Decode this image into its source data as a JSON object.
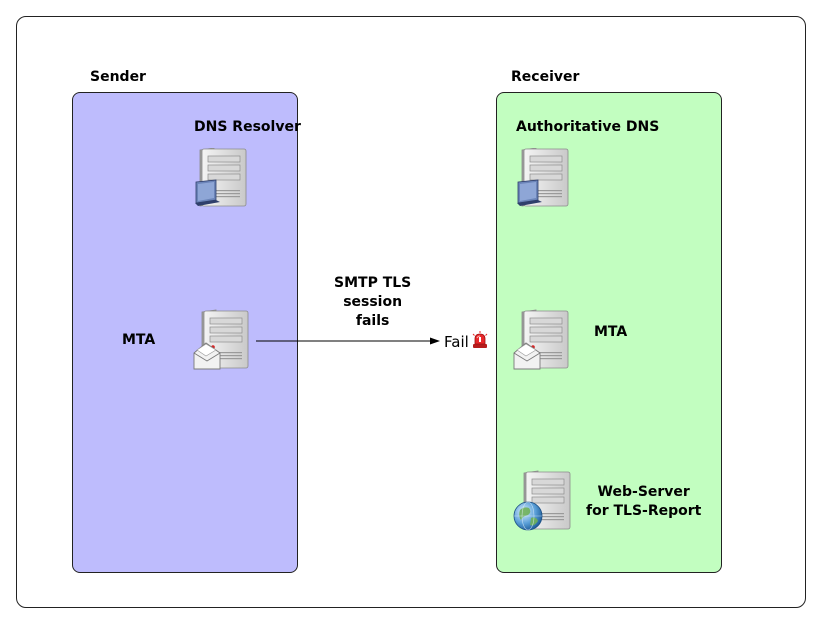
{
  "sender": {
    "title": "Sender",
    "dns_resolver_label": "DNS Resolver",
    "mta_label": "MTA"
  },
  "receiver": {
    "title": "Receiver",
    "authoritative_dns_label": "Authoritative DNS",
    "mta_label": "MTA",
    "web_server_label_line1": "Web-Server",
    "web_server_label_line2": "for TLS-Report"
  },
  "connection": {
    "label_line1": "SMTP TLS",
    "label_line2": "session",
    "label_line3": "fails",
    "result_text": "Fail"
  },
  "colors": {
    "sender_panel": "#bebcfd",
    "receiver_panel": "#c2fec0",
    "alert_red": "#e8282a"
  },
  "icons": {
    "dns_server": "server-with-book-icon",
    "mail_server": "server-with-envelope-icon",
    "web_server": "server-with-globe-icon",
    "alert": "alarm-siren-icon"
  }
}
